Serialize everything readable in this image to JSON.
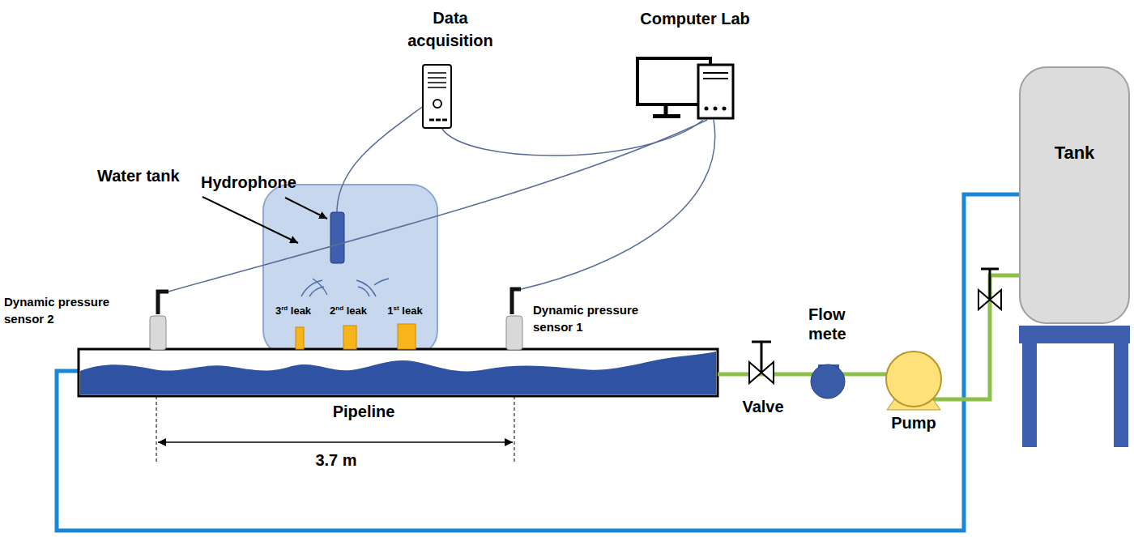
{
  "diagram": {
    "nodes": [
      {
        "text": [
          "Tank"
        ]
      }
    ],
    "labels": [
      "Data acquisition",
      "Computer Lab",
      "Hydrophone",
      "Water tank",
      "Dynamic pressure sensor 2",
      "3rd leak",
      "2nd leak",
      "1st leak",
      "Dynamic pressure sensor 1",
      "Pipeline",
      "3.7 m",
      "Valve",
      "Flow mete",
      "Pump"
    ]
  }
}
